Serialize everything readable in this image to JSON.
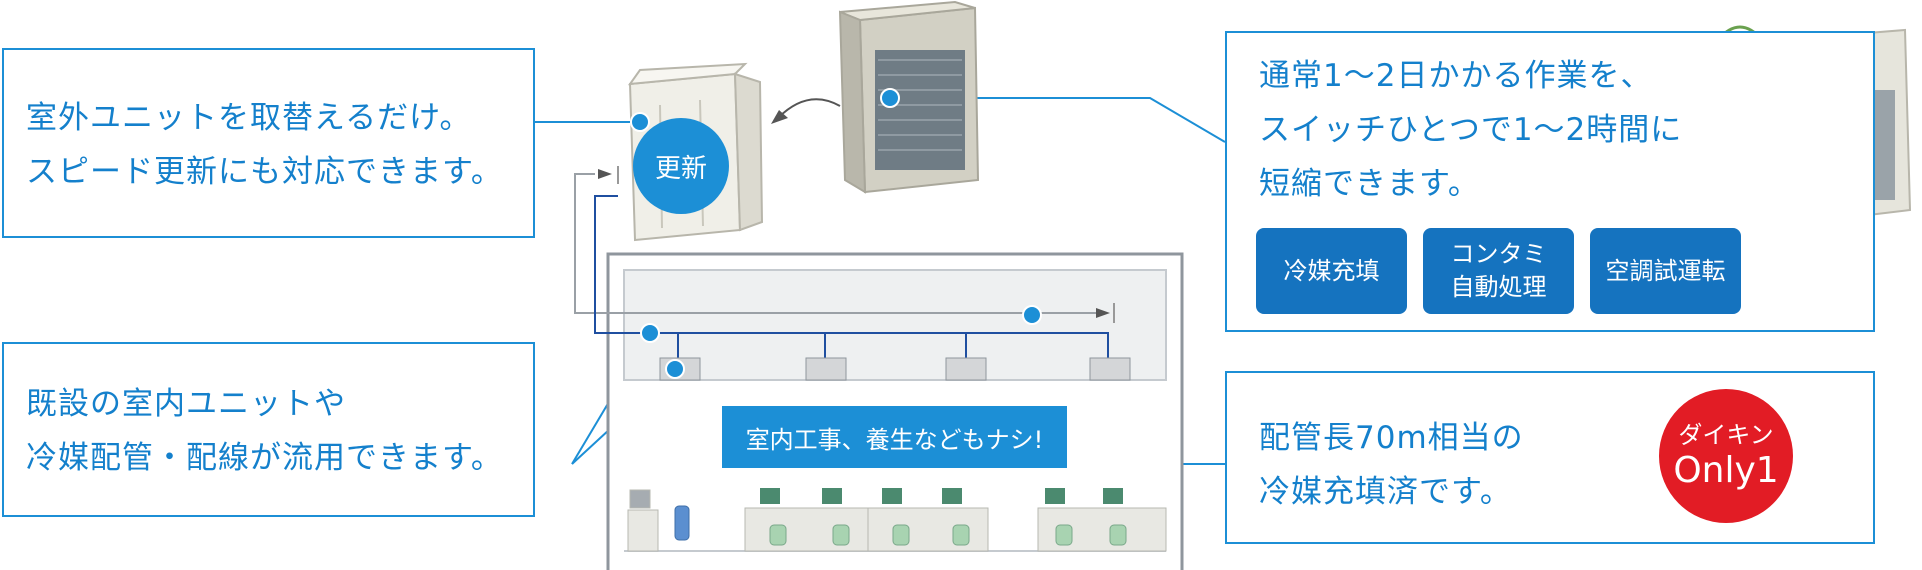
{
  "callouts": {
    "outdoor": {
      "line1": "室外ユニットを取替えるだけ。",
      "line2": "スピード更新にも対応できます。"
    },
    "indoor": {
      "line1": "既設の室内ユニットや",
      "line2": "冷媒配管・配線が流用できます。"
    },
    "switch": {
      "line1": "通常1〜2日かかる作業を、",
      "line2": "スイッチひとつで1〜2時間に",
      "line3": "短縮できます。",
      "tags": [
        "冷媒充填",
        "コンタミ\n自動処理",
        "空調試運転"
      ]
    },
    "refrigerant": {
      "line1": "配管長70m相当の",
      "line2": "冷媒充填済です。",
      "badge_line1": "ダイキン",
      "badge_line2": "Only1"
    }
  },
  "diagram": {
    "update_label": "更新",
    "building_banner": "室内工事、養生などもナシ!"
  },
  "colors": {
    "accent_blue": "#1c8fd6",
    "tag_blue": "#1573bf",
    "badge_red": "#e21c25",
    "text_blue": "#1480cc"
  }
}
